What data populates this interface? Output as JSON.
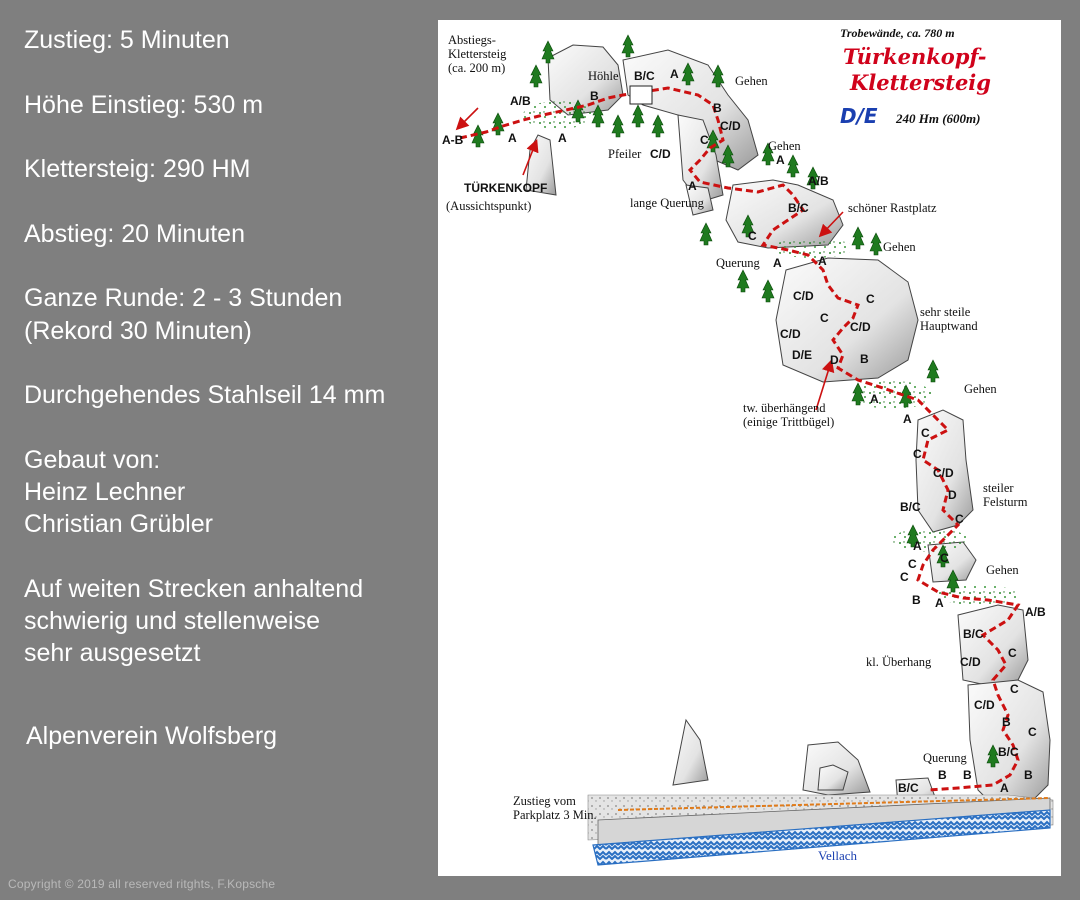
{
  "info": {
    "zustieg": "Zustieg: 5 Minuten",
    "hoehe": "Höhe Einstieg: 530 m",
    "klettersteig": "Klettersteig: 290 HM",
    "abstieg": "Abstieg: 20 Minuten",
    "runde": "Ganze Runde:  2 - 3 Stunden",
    "rekord": "(Rekord 30 Minuten)",
    "stahlseil": "Durchgehendes  Stahlseil 14 mm",
    "gebaut": "Gebaut von:",
    "builder1": "Heinz Lechner",
    "builder2": "Christian Grübler",
    "desc1": "Auf weiten Strecken anhaltend",
    "desc2": "schwierig und stellenweise",
    "desc3": "sehr ausgesetzt",
    "verein": "Alpenverein Wolfsberg"
  },
  "copyright": "Copyright © 2019 all reserved ritghts, F.Kopsche",
  "topo": {
    "header_sub": "Trobewände, ca. 780 m",
    "title1": "Türkenkopf-",
    "title2": "Klettersteig",
    "grade_main": "D/E",
    "height": "240 Hm (600m)",
    "descent1": "Abstiegs-",
    "descent2": "Klettersteig",
    "descent3": "(ca. 200 m)",
    "summit1": "TÜRKENKOPF",
    "summit2": "(Aussichtspunkt)",
    "hoehle": "Höhle",
    "pfeiler": "Pfeiler",
    "lange_querung": "lange Querung",
    "gehen": "Gehen",
    "rastplatz": "schöner Rastplatz",
    "querung": "Querung",
    "steile_wand1": "sehr steile",
    "steile_wand2": "Hauptwand",
    "ueberhaengend1": "tw. überhängend",
    "ueberhaengend2": "(einige Trittbügel)",
    "felsturm1": "steiler",
    "felsturm2": "Felsturm",
    "ueberhang": "kl. Überhang",
    "zustieg1": "Zustieg vom",
    "zustieg2": "Parkplatz 3 Min.",
    "river": "Vellach",
    "grades": {
      "a_b_far": "A-B",
      "a": "A",
      "b": "B",
      "c": "C",
      "d": "D",
      "ab": "A/B",
      "bc": "B/C",
      "cd": "C/D",
      "de": "D/E"
    }
  },
  "colors": {
    "background": "#7f7f7f",
    "route": "#cc1111",
    "grade_main": "#1a3fb0",
    "title": "#d0021b",
    "river": "#2a6fc2"
  }
}
